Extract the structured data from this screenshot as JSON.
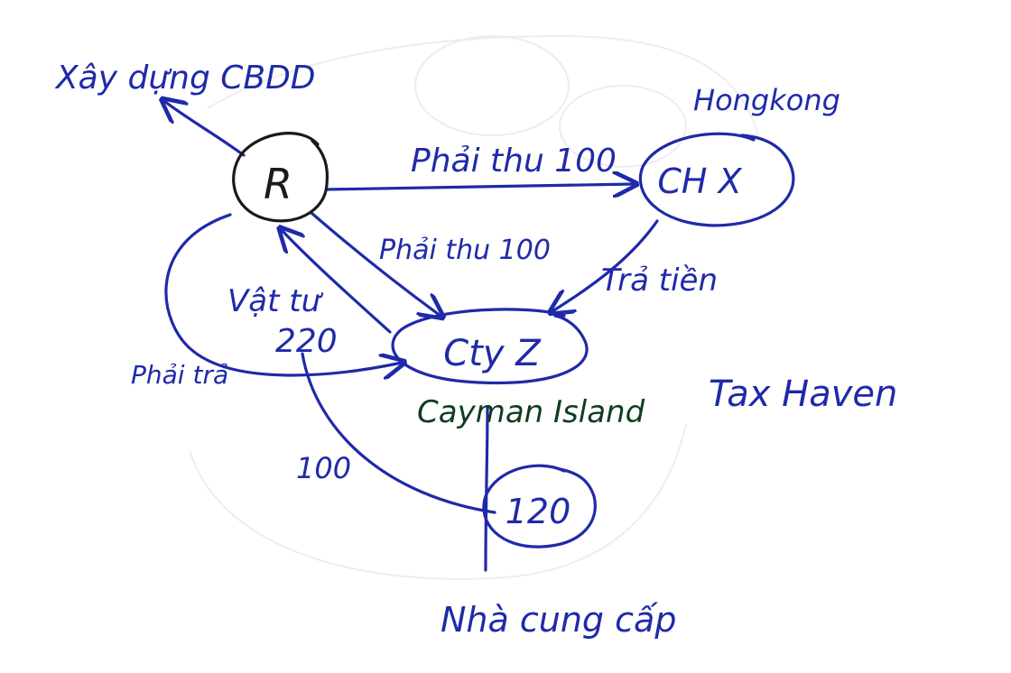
{
  "diagram": {
    "nodes": {
      "r": {
        "label": "R"
      },
      "chx": {
        "label": "CH X"
      },
      "cty2": {
        "label": "Cty Z"
      },
      "n120": {
        "label": "120"
      }
    },
    "labels": {
      "top_left": "Xây dựng CBDD",
      "hongkong": "Hongkong",
      "phai_thu_top": "Phải thu 100",
      "phai_thu_mid": "Phải thu 100",
      "tra_tien": "Trả tiền",
      "vat_tu": "Vật tư",
      "val_220": "220",
      "phai_tra": "Phải trả",
      "cayman": "Cayman Island",
      "val_100": "100",
      "nha_cung_cap": "Nhà cung cấp",
      "tax_haven": "Tax Haven"
    },
    "colors": {
      "ink_blue": "#1f2aa8",
      "ink_black": "#1a1a1a",
      "ink_green": "#0f3d1f"
    }
  }
}
